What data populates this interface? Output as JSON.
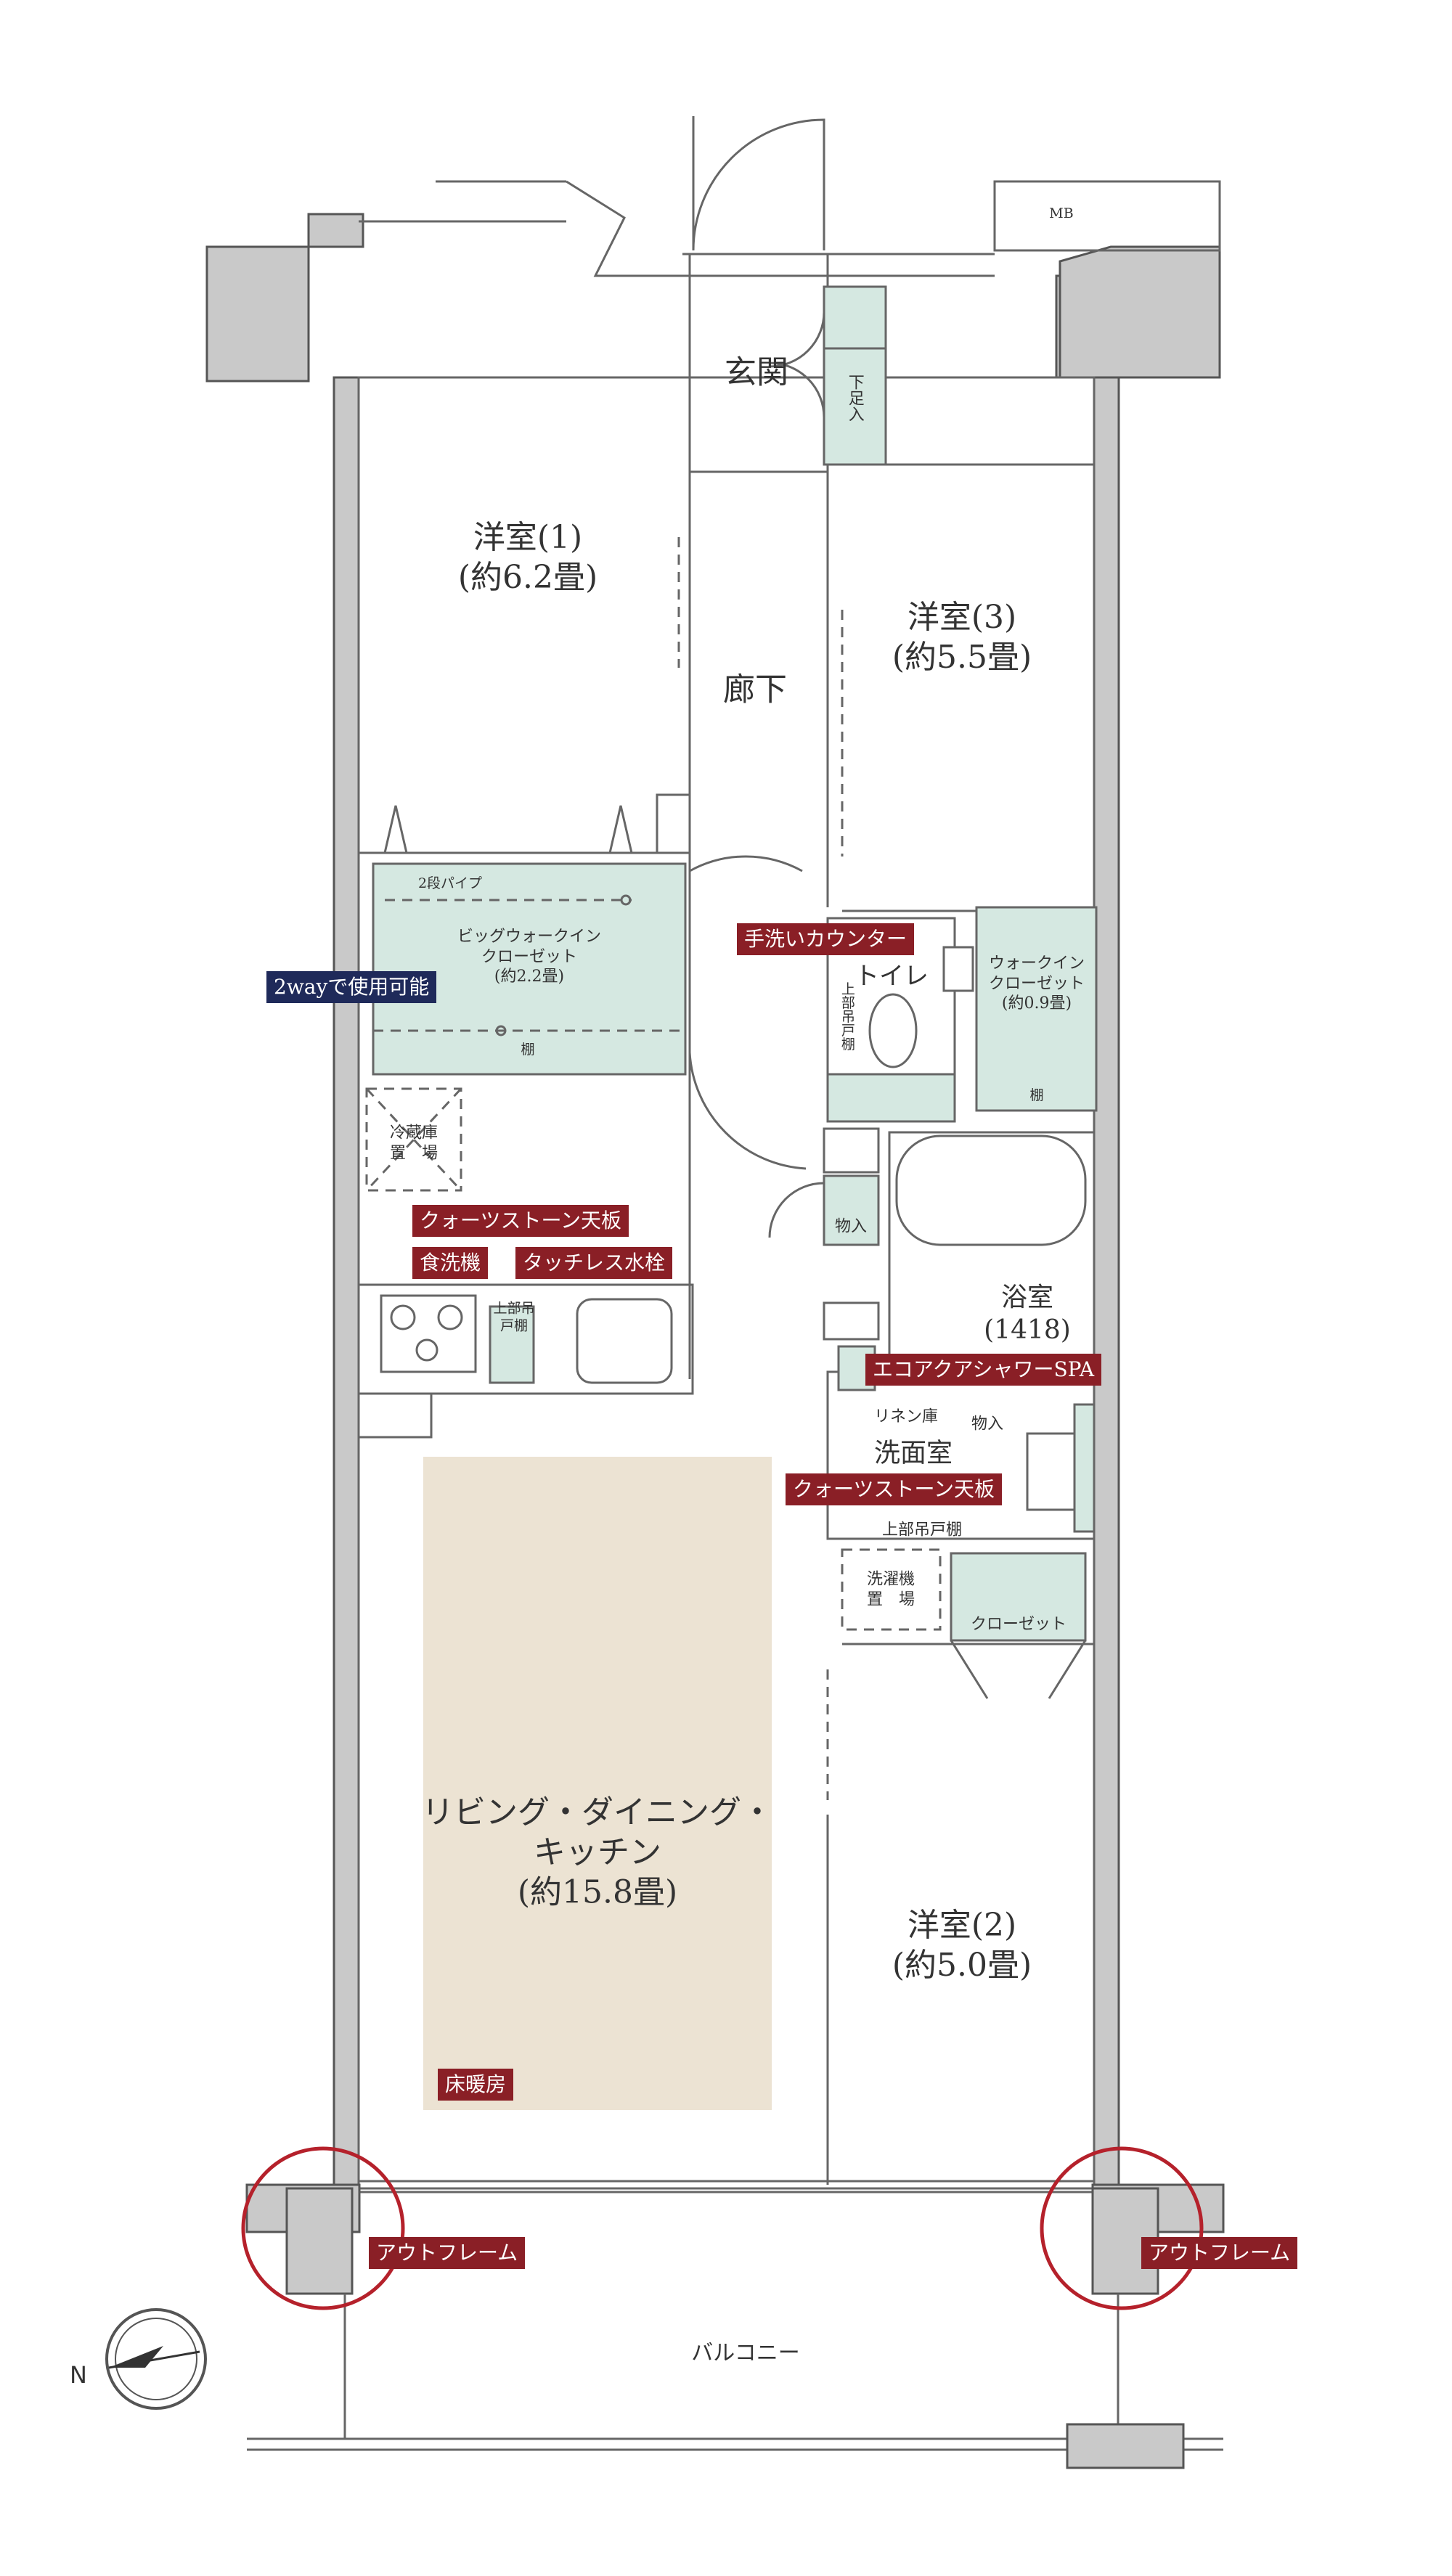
{
  "rooms": {
    "western1": {
      "name": "洋室(1)",
      "size": "(約6.2畳)"
    },
    "western2": {
      "name": "洋室(2)",
      "size": "(約5.0畳)"
    },
    "western3": {
      "name": "洋室(3)",
      "size": "(約5.5畳)"
    },
    "ldk": {
      "name1": "リビング・ダイニング・",
      "name2": "キッチン",
      "size": "(約15.8畳)"
    },
    "entrance": "玄関",
    "shoebox": "下足入",
    "hallway": "廊下",
    "toilet": "トイレ",
    "bath": {
      "name": "浴室",
      "size": "(1418)"
    },
    "washroom": "洗面室",
    "balcony": "バルコニー",
    "mb": "MB"
  },
  "storage": {
    "big_wic": {
      "pipe": "2段パイプ",
      "name1": "ビッグウォークイン",
      "name2": "クローゼット",
      "size": "(約2.2畳)",
      "shelf": "棚"
    },
    "wic_small": {
      "name1": "ウォークイン",
      "name2": "クローゼット",
      "size": "(約0.9畳)",
      "shelf": "棚"
    },
    "closet": "クローゼット",
    "storage_cabinet": "物入",
    "washroom_storage": "物入",
    "linen": "リネン庫",
    "washroom_upper": "上部吊戸棚",
    "toilet_upper": "上部吊戸棚",
    "kitchen_upper": "上部吊戸棚"
  },
  "appliances": {
    "fridge1": "冷蔵庫",
    "fridge2": "置　場",
    "washer1": "洗濯機",
    "washer2": "置　場"
  },
  "tags": {
    "hand_wash": "手洗いカウンター",
    "two_way": "2wayで使用可能",
    "quartz_kitchen": "クォーツストーン天板",
    "dishwasher": "食洗機",
    "touchless": "タッチレス水栓",
    "eco_shower": "エコアクアシャワーSPA",
    "quartz_wash": "クォーツストーン天板",
    "floor_heating": "床暖房",
    "outframe_left": "アウトフレーム",
    "outframe_right": "アウトフレーム"
  },
  "compass": {
    "north": "N"
  },
  "colors": {
    "tag_red": "#8a1f26",
    "tag_navy": "#1f2a5a",
    "storage": "#d5e8e1",
    "floor_heating": "#ece3d3",
    "outframe_circle": "#b5212b"
  }
}
